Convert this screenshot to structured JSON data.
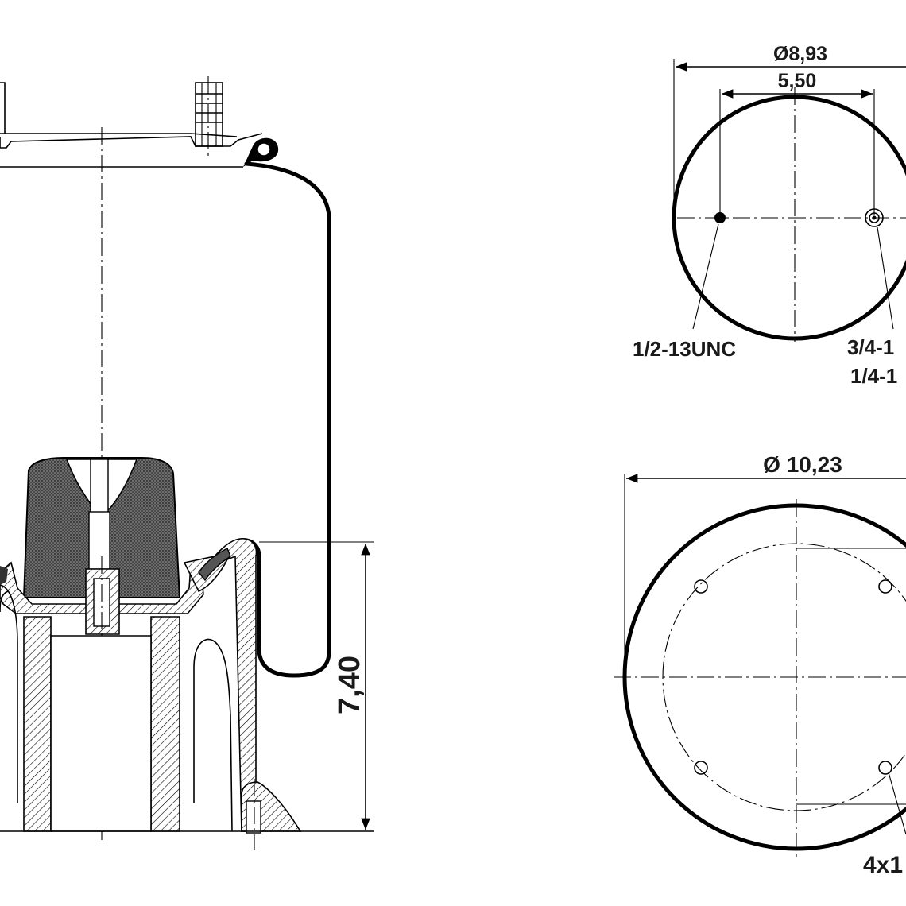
{
  "top_view": {
    "outer_diameter": "Ø8,93",
    "stud_spacing": "5,50",
    "stud_thread_label": "1/2-13UNC",
    "air_fitting_label_line1": "3/4-1",
    "air_fitting_label_line2": "1/4-1"
  },
  "bottom_view": {
    "outer_diameter": "Ø 10,23",
    "hole_pattern_label": "4x1"
  },
  "side_view": {
    "height": "7,40"
  }
}
